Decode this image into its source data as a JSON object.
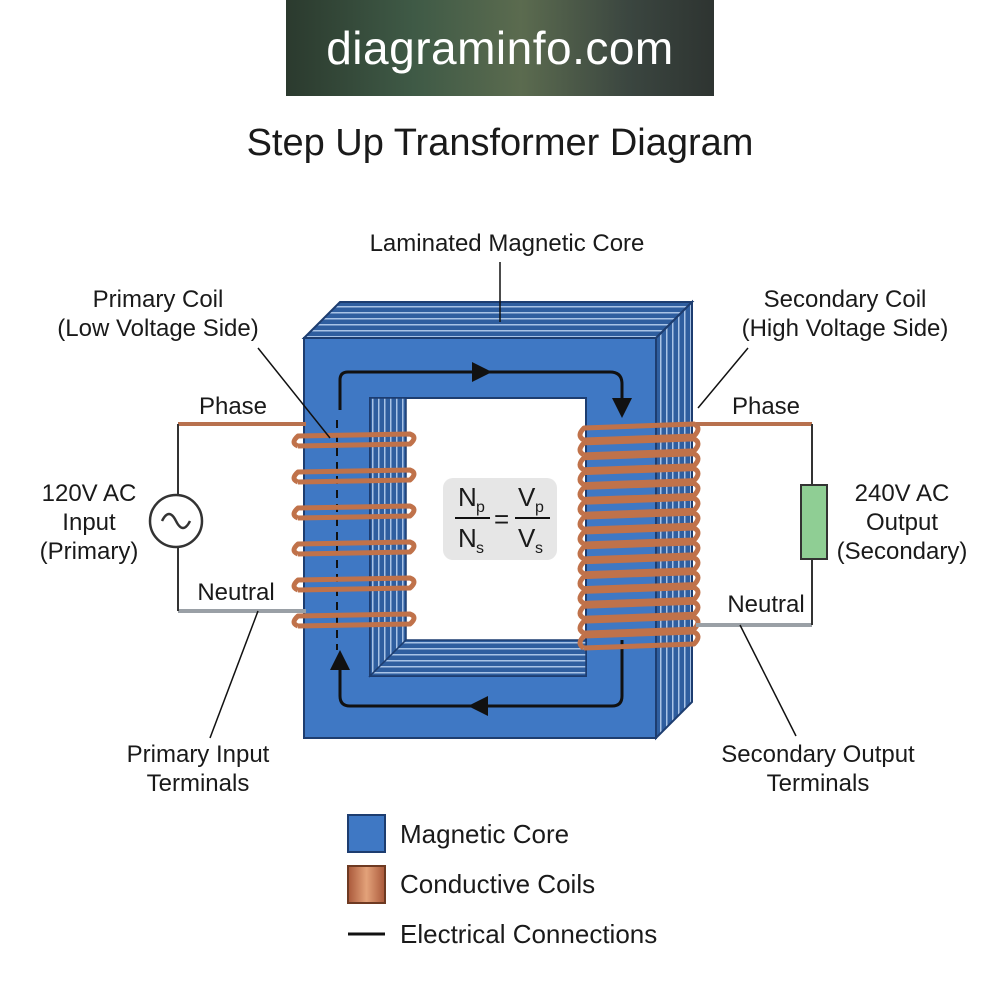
{
  "banner": {
    "text": "diagraminfo.com"
  },
  "title": "Step Up Transformer Diagram",
  "labels": {
    "core": "Laminated Magnetic Core",
    "primary_coil": [
      "Primary Coil",
      "(Low Voltage Side)"
    ],
    "secondary_coil": [
      "Secondary Coil",
      "(High Voltage Side)"
    ],
    "primary_phase": "Phase",
    "primary_neutral": "Neutral",
    "secondary_phase": "Phase",
    "secondary_neutral": "Neutral",
    "input": [
      "120V AC",
      "Input",
      "(Primary)"
    ],
    "output": [
      "240V AC",
      "Output",
      "(Secondary)"
    ],
    "primary_terminals": [
      "Primary Input",
      "Terminals"
    ],
    "secondary_terminals": [
      "Secondary Output",
      "Terminals"
    ]
  },
  "equation": {
    "left_num": "N",
    "left_num_sub": "p",
    "left_den": "N",
    "left_den_sub": "s",
    "equals": "=",
    "right_num": "V",
    "right_num_sub": "p",
    "right_den": "V",
    "right_den_sub": "s"
  },
  "legend": [
    {
      "label": "Magnetic Core",
      "icon": "core-swatch",
      "color": "#3f78c4"
    },
    {
      "label": "Conductive Coils",
      "icon": "coil-swatch",
      "color": "#c8784a"
    },
    {
      "label": "Electrical Connections",
      "icon": "line-swatch",
      "color": "#111111"
    }
  ],
  "colors": {
    "core": "#3f78c4",
    "core_dark": "#2a5596",
    "copper": "#c0724a",
    "wire": "#333333",
    "output_load": "#8fce94"
  },
  "coil_turns": {
    "primary": 6,
    "secondary": 15
  }
}
